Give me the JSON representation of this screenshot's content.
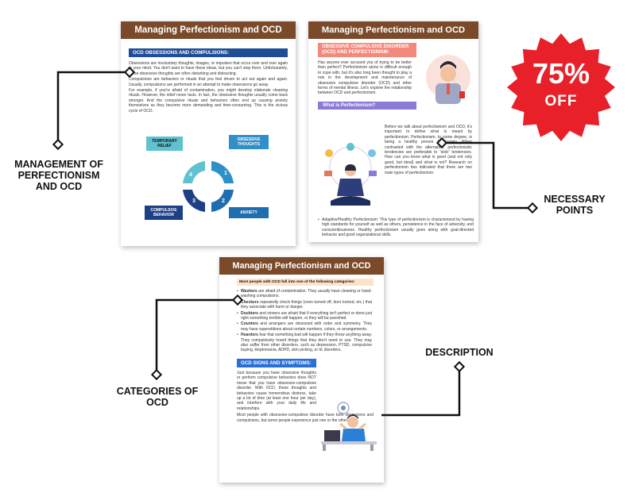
{
  "page_title": "Managing Perfectionism and OCD",
  "sale": {
    "percent": "75%",
    "label": "OFF",
    "color": "#e8202a"
  },
  "callouts": {
    "management": "MANAGEMENT OF PERFECTIONISM AND OCD",
    "necessary": "NECESSARY POINTS",
    "categories": "CATEGORIES OF OCD",
    "description": "DESCRIPTION"
  },
  "page1": {
    "section_label": "OCD OBSESSIONS AND COMPULSIONS:",
    "paragraphs": [
      "Obsessions are involuntary thoughts, images, or impulses that occur over and over again in your mind. You don't want to have these ideas, but you can't stop them. Unfortunately, these obsessive thoughts are often disturbing and distracting.",
      "Compulsions are behaviors or rituals that you feel driven to act out again and again. Usually, compulsions are performed in an attempt to make obsessions go away.",
      "For example, if you're afraid of contamination, you might develop elaborate cleaning rituals. However, the relief never lasts. In fact, the obsessive thoughts usually come back stronger. And the compulsive rituals and behaviors often end up causing anxiety themselves as they become more demanding and time-consuming. This is the vicious cycle of OCD."
    ],
    "cycle": {
      "temporary_relief": "TEMPORARY RELIEF",
      "obsessive_thoughts": "OBSESSIVE THOUGHTS",
      "compulsive_behavior": "COMPULSIVE BEHAVIOR",
      "anxiety": "ANXIETY",
      "n1": "1",
      "n2": "2",
      "n3": "3",
      "n4": "4"
    }
  },
  "page2": {
    "section_label": "OBSESSIVE COMPULSIVE DISORDER (OCD) AND PERFECTIONISM:",
    "intro": "Has anyone ever accused you of trying to be better than perfect? Perfectionism alone is difficult enough to cope with, but it's also long been thought to play a role in the development and maintenance of obsessive compulsive disorder (OCD) and other forms of mental illness. Let's explore the relationship between OCD and perfectionism.",
    "what_label": "What is Perfectionism?",
    "what_text": "Before we talk about perfectionism and OCD, it's important to define what is meant by perfectionism. Perfectionism, to some degree, is being a healthy person in society. When contrasted with the alternative, perfectionistic tendencies are preferable to \"slob\" tendencies. How can you know what is good (and not only good, but ideal) and what is not? Research on perfectionism has indicated that there are two main types of perfectionism:",
    "bullet": "Adaptive/Healthy Perfectionism: This type of perfectionism is characterized by having high standards for yourself as well as others, persistence in the face of adversity, and conscientiousness. Healthy perfectionism usually goes along with goal-directed behavior and good organizational skills."
  },
  "page3": {
    "categories_label": "Most people with OCD fall into one of the following categories:",
    "items": [
      {
        "term": "Washers",
        "text": " are afraid of contamination. They usually have cleaning or hand-washing compulsions."
      },
      {
        "term": "Checkers",
        "text": " repeatedly check things (oven turned off, door locked, etc.) that they associate with harm or danger."
      },
      {
        "term": "Doubters",
        "text": " and sinners are afraid that if everything isn't perfect or done just right something terrible will happen, or they will be punished."
      },
      {
        "term": "Counters",
        "text": " and arrangers are obsessed with order and symmetry. They may have superstitions about certain numbers, colors, or arrangements."
      },
      {
        "term": "Hoarders",
        "text": " fear that something bad will happen if they throw anything away. They compulsively hoard things that they don't need or use. They may also suffer from other disorders, such as depression, PTSD, compulsive buying, kleptomania, ADHD, skin picking, or tic disorders."
      }
    ],
    "signs_label": "OCD SIGNS AND SYMPTOMS:",
    "signs_text": "Just because you have obsessive thoughts or perform compulsive behaviors does NOT mean that you have obsessive-compulsive disorder. With OCD, these thoughts and behaviors cause tremendous distress, take up a lot of time (at least one hour per day), and interfere with your daily life and relationships.",
    "final_text": "Most people with obsessive-compulsive disorder have both obsessions and compulsions, but some people experience just one or the other."
  }
}
